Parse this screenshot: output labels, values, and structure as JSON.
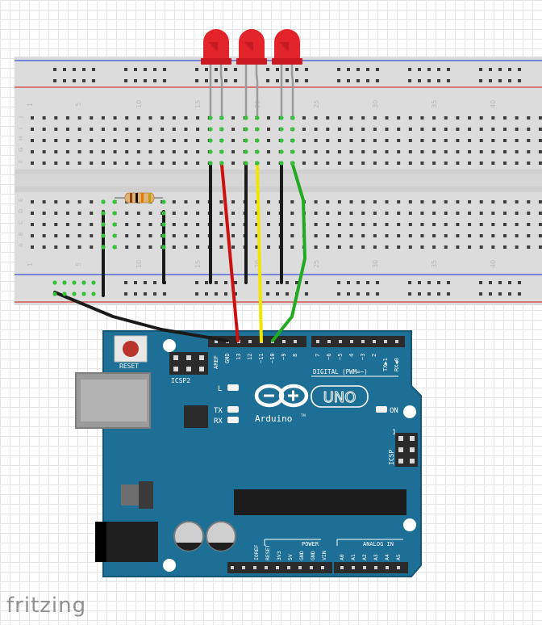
{
  "breadboard": {
    "column_numbers": [
      "1",
      "5",
      "10",
      "15",
      "20",
      "25",
      "30",
      "35",
      "40"
    ],
    "row_letters_top": [
      "J",
      "I",
      "H",
      "G",
      "F"
    ],
    "row_letters_bottom": [
      "E",
      "D",
      "C",
      "B",
      "A"
    ]
  },
  "arduino": {
    "reset_label": "RESET",
    "icsp2_label": "ICSP2",
    "led_l_label": "L",
    "tx_label": "TX",
    "rx_label": "RX",
    "on_label": "ON",
    "brand_label": "Arduino",
    "brand_tm": "TM",
    "model_label": "UNO",
    "digital_label": "DIGITAL (PWM=~)",
    "icsp_label": "ICSP",
    "icsp_pin1": "1",
    "power_label": "POWER",
    "analog_label": "ANALOG IN",
    "top_header_pins": [
      "AREF",
      "GND",
      "13",
      "12",
      "~11",
      "~10",
      "~9",
      "8"
    ],
    "top_header2_pins": [
      "7",
      "~6",
      "~5",
      "4",
      "~3",
      "2",
      "TX▶1",
      "RX◀0"
    ],
    "power_pins": [
      "IOREF",
      "RESET",
      "3V3",
      "5V",
      "GND",
      "GND",
      "VIN"
    ],
    "analog_pins": [
      "A0",
      "A1",
      "A2",
      "A3",
      "A4",
      "A5"
    ]
  },
  "components": {
    "leds": 3,
    "led_color": "#e3242b",
    "resistor_bands": [
      "#8b4513",
      "#111111",
      "#e07b00",
      "#c8a000"
    ]
  },
  "wires": [
    {
      "name": "red-wire-pin13",
      "color": "#cc1111"
    },
    {
      "name": "yellow-wire-pin11",
      "color": "#f2e600"
    },
    {
      "name": "green-wire-pin10",
      "color": "#22aa22"
    },
    {
      "name": "black-wire-gnd",
      "color": "#1a1a1a"
    }
  ],
  "watermark": "fritzing"
}
